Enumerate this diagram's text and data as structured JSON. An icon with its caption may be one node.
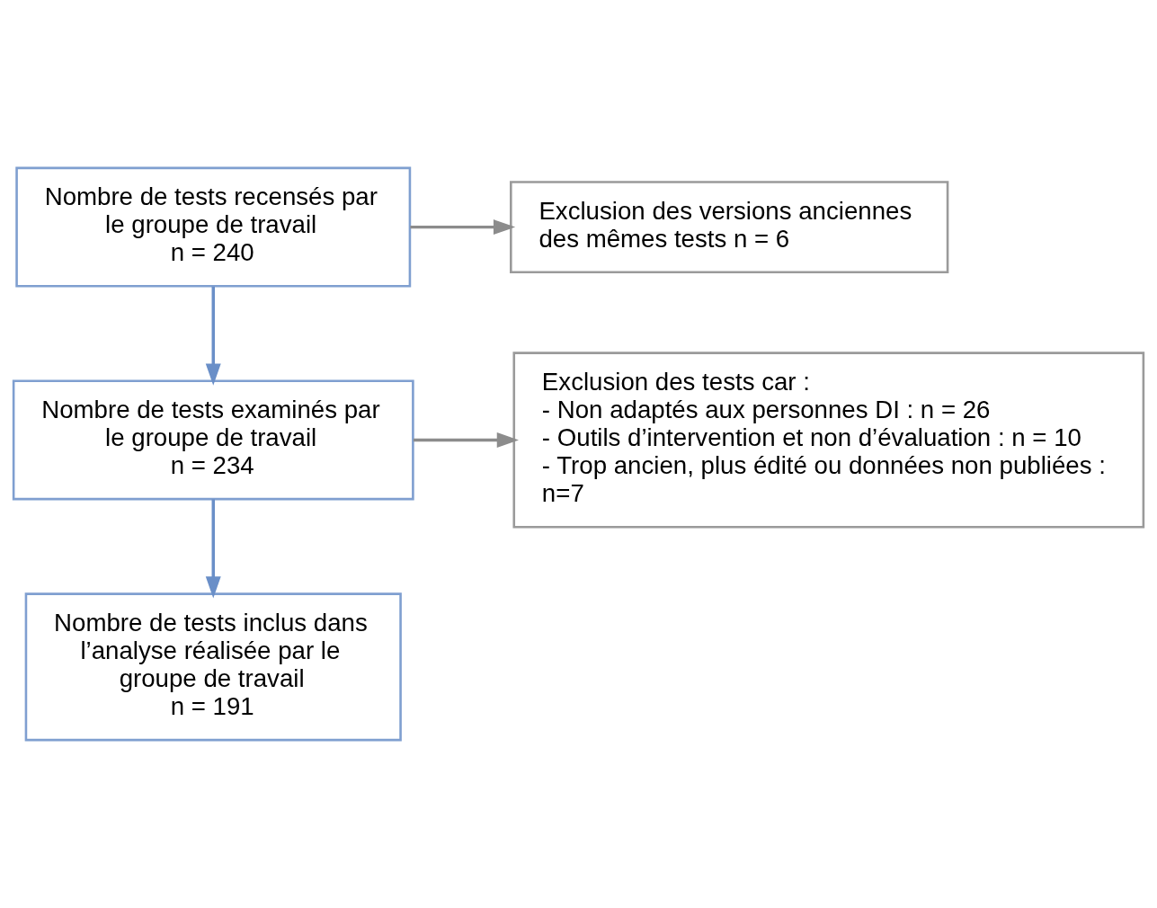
{
  "diagram": {
    "nodes": [
      {
        "text": [
          "Nombre de tests recensés par le groupe de travail",
          "n = 240"
        ]
      },
      {
        "text": [
          "Exclusion des versions anciennes des mêmes tests n = 6"
        ]
      },
      {
        "text": [
          "Nombre de tests examinés par le groupe de travail",
          "n = 234"
        ]
      },
      {
        "text": [
          "Exclusion des tests car :",
          "- Non adaptés aux personnes DI : n = 26",
          "- Outils d’intervention et non d’évaluation : n = 10",
          "- Trop ancien, plus édité ou données non publiées : n=7"
        ]
      },
      {
        "text": [
          "Nombre de tests inclus dans l’analyse réalisée par le groupe de travail",
          "n = 191"
        ]
      }
    ],
    "edges": [
      {
        "from": 0,
        "to": 2,
        "arrow": "to",
        "color": "#6a8fc8"
      },
      {
        "from": 0,
        "to": 1,
        "arrow": "to",
        "color": "#8c8c8c"
      },
      {
        "from": 2,
        "to": 4,
        "arrow": "to",
        "color": "#6a8fc8"
      },
      {
        "from": 2,
        "to": 3,
        "arrow": "to",
        "color": "#8c8c8c"
      }
    ]
  }
}
